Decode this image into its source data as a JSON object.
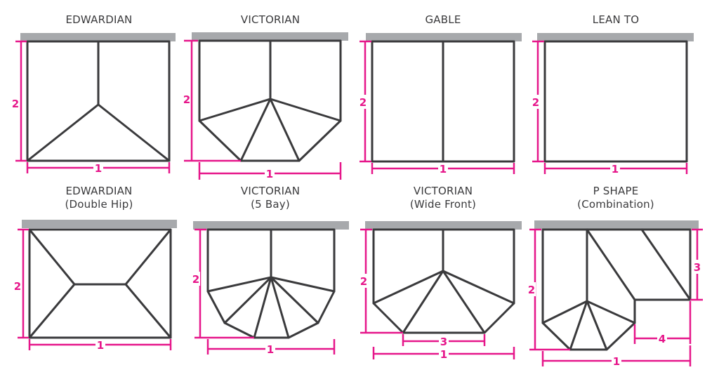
{
  "colors": {
    "outline": "#3a3a3c",
    "wall": "#a7a9ac",
    "dimension": "#e6168a",
    "label": "#3a3a3c"
  },
  "panels": [
    {
      "id": "edwardian",
      "title": "EDWARDIAN",
      "subtitle": "",
      "dims": [
        "2",
        "1"
      ]
    },
    {
      "id": "victorian",
      "title": "VICTORIAN",
      "subtitle": "",
      "dims": [
        "2",
        "1"
      ]
    },
    {
      "id": "gable",
      "title": "GABLE",
      "subtitle": "",
      "dims": [
        "2",
        "1"
      ]
    },
    {
      "id": "lean-to",
      "title": "LEAN TO",
      "subtitle": "",
      "dims": [
        "2",
        "1"
      ]
    },
    {
      "id": "edwardian-double-hip",
      "title": "EDWARDIAN",
      "subtitle": "(Double Hip)",
      "dims": [
        "2",
        "1"
      ]
    },
    {
      "id": "victorian-5-bay",
      "title": "VICTORIAN",
      "subtitle": "(5 Bay)",
      "dims": [
        "2",
        "1"
      ]
    },
    {
      "id": "victorian-wide-front",
      "title": "VICTORIAN",
      "subtitle": "(Wide Front)",
      "dims": [
        "2",
        "3",
        "1"
      ]
    },
    {
      "id": "p-shape-combination",
      "title": "P SHAPE",
      "subtitle": "(Combination)",
      "dims": [
        "2",
        "3",
        "4",
        "1"
      ]
    }
  ]
}
